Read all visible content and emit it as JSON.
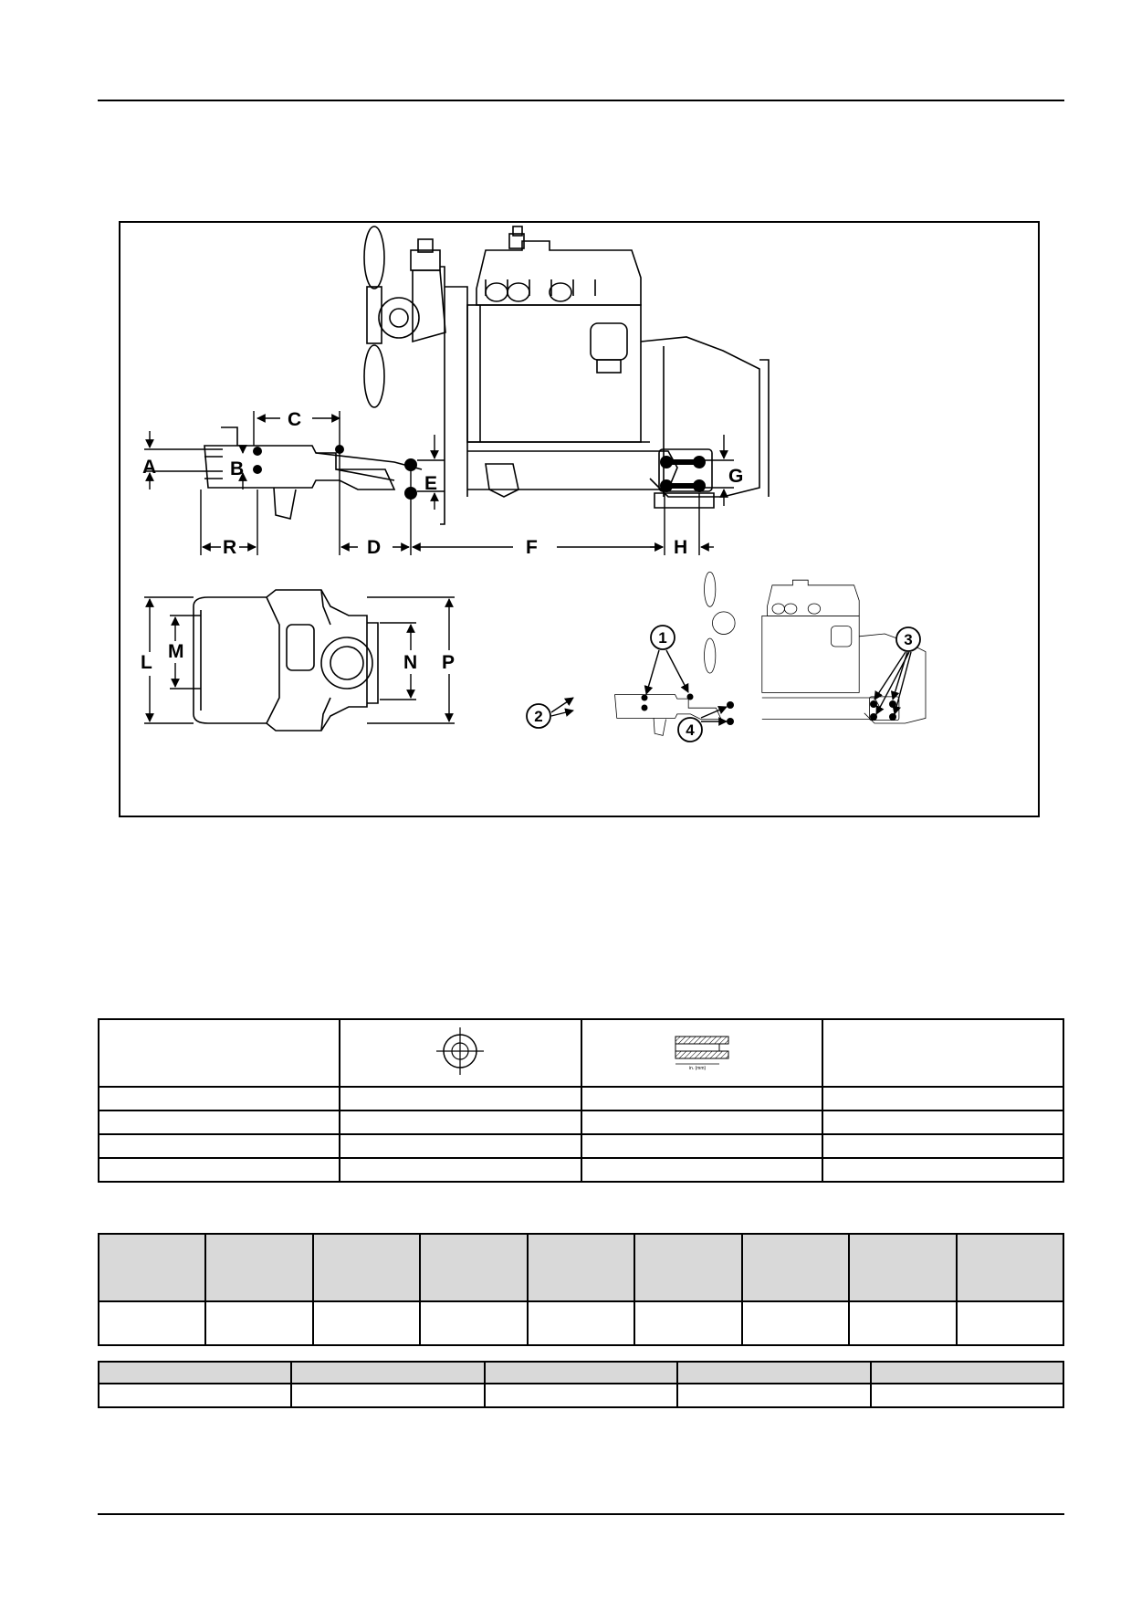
{
  "diagram": {
    "dimension_labels": [
      "A",
      "B",
      "C",
      "D",
      "E",
      "F",
      "G",
      "H",
      "R",
      "L",
      "M",
      "N",
      "P"
    ],
    "callouts": [
      "1",
      "2",
      "3",
      "4"
    ]
  },
  "spec_table": {
    "header_icons": [
      "bolt-hole-crosshair-icon",
      "bolt-thread-length-icon"
    ],
    "thread_icon_caption": "in. (mm)",
    "rows": 4,
    "columns": 4
  },
  "grade_table": {
    "columns": 9,
    "rows": 1
  },
  "size_table": {
    "columns": 5,
    "rows": 1
  }
}
